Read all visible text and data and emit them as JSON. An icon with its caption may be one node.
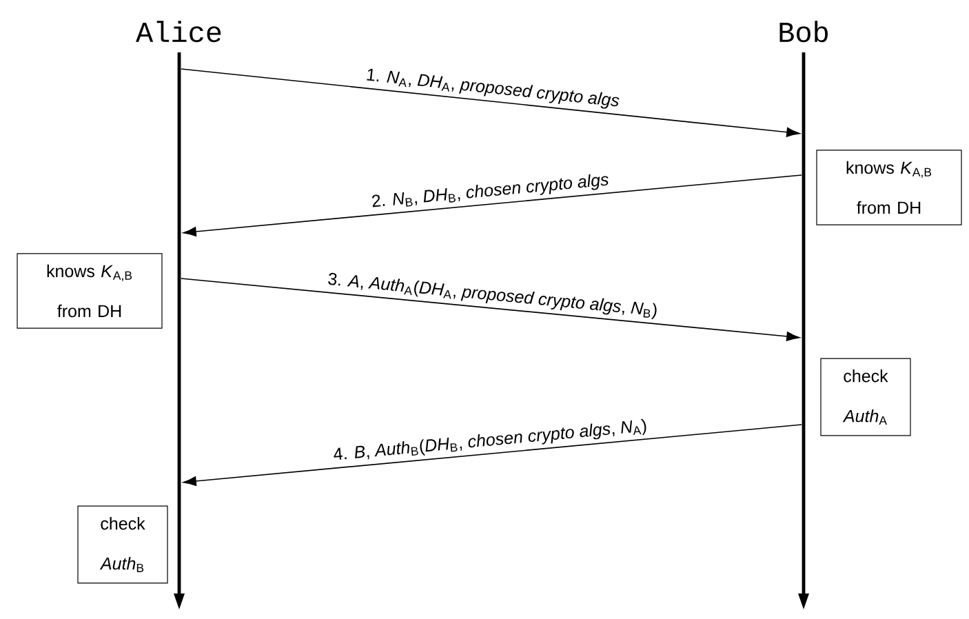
{
  "diagram": {
    "nodes": [
      {
        "text": [],
        "shape": "line",
        "beside": [
          "Alice"
        ]
      },
      {
        "text": [],
        "shape": "line",
        "beside": [
          "Bob"
        ]
      },
      {
        "text": [
          "knows *K*$_{A,B}$ from DH"
        ]
      },
      {
        "text": [
          "knows *K*$_{A,B}$ from DH"
        ]
      },
      {
        "text": [
          "check *Auth*$_{A}$"
        ]
      },
      {
        "text": [
          "check *Auth*$_{B}$"
        ]
      }
    ],
    "edges": [
      {
        "from": 0,
        "to": 1,
        "arrow": "to",
        "label": "1. *N*$_{A}$, *DH*$_{A}$, *proposed crypto algs*"
      },
      {
        "from": 1,
        "to": 0,
        "arrow": "to",
        "label": "2. *N*$_{B}$, *DH*$_{B}$, *chosen crypto algs*"
      },
      {
        "from": 0,
        "to": 1,
        "arrow": "to",
        "label": "3. *A*, *Auth*$_{A}$(*DH*$_{A}$, *proposed crypto algs*, *N*$_{B}$)"
      },
      {
        "from": 1,
        "to": 0,
        "arrow": "to",
        "label": "4. *B*, *Auth*$_{B}$(*DH*$_{B}$, *chosen crypto algs*, *N*$_{A}$)"
      }
    ]
  }
}
